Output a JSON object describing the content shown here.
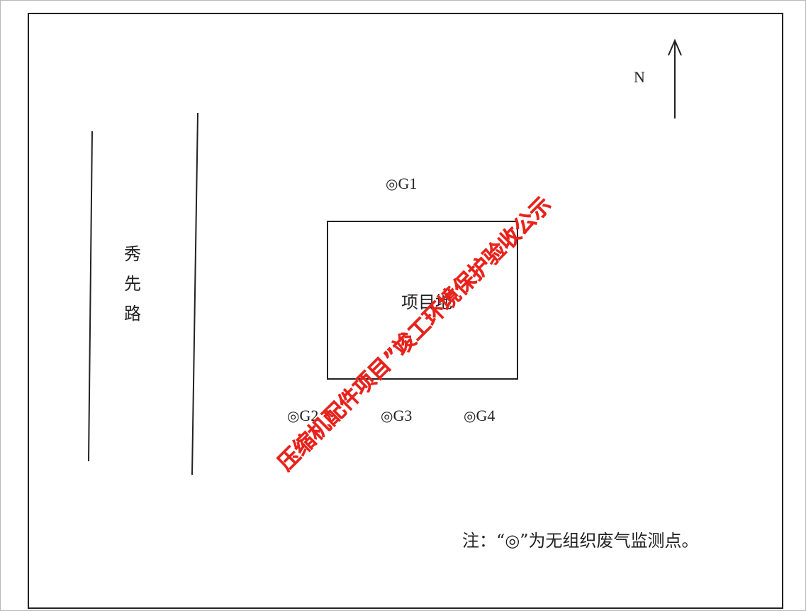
{
  "north": {
    "label": "N"
  },
  "road": {
    "chars": [
      "秀",
      "先",
      "路"
    ]
  },
  "site": {
    "label": "项目地"
  },
  "points": [
    {
      "symbol": "◎",
      "id": "G1"
    },
    {
      "symbol": "◎",
      "id": "G2"
    },
    {
      "symbol": "◎",
      "id": "G3"
    },
    {
      "symbol": "◎",
      "id": "G4"
    }
  ],
  "note": {
    "text": "注：“◎”为无组织废气监测点。"
  },
  "watermark": {
    "text": "压缩机配件项目”竣工环境保护验收公示"
  },
  "colors": {
    "line": "#222222",
    "watermark": "#e8231c"
  }
}
